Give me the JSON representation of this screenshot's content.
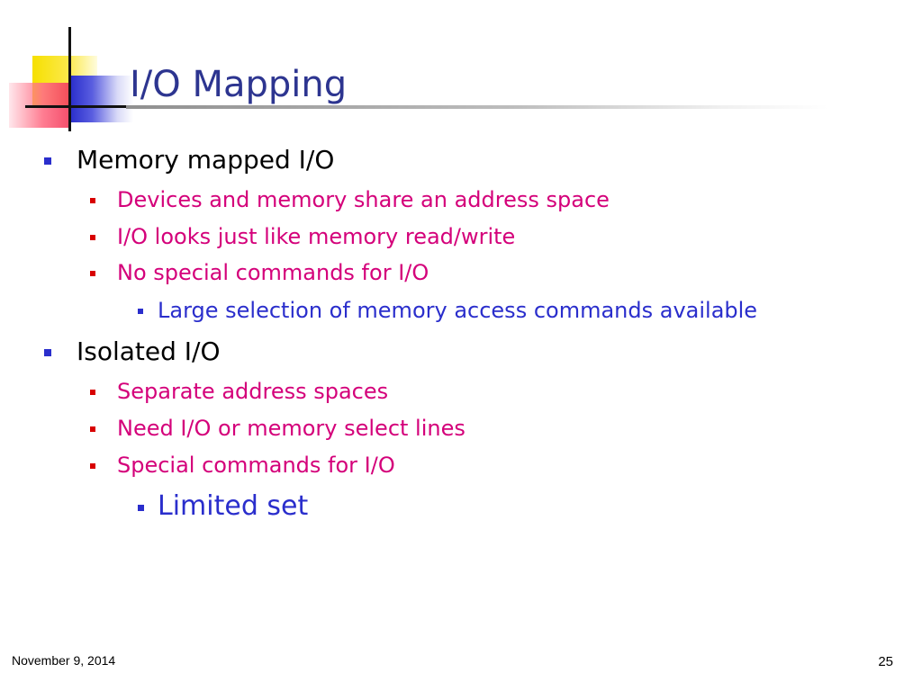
{
  "slide": {
    "title": "I/O Mapping",
    "colors": {
      "title": "#2d3590",
      "level1_bullet": "#2a2ecc",
      "level2_text": "#d4007a",
      "level2_bullet": "#d80000",
      "level3_text": "#2a2ecc"
    },
    "sections": [
      {
        "heading": "Memory mapped I/O",
        "points": [
          "Devices and memory share an address space",
          "I/O looks just like memory read/write",
          "No special commands for I/O"
        ],
        "subpoint": "Large selection of memory access commands available"
      },
      {
        "heading": "Isolated I/O",
        "points": [
          "Separate address spaces",
          "Need I/O or memory select lines",
          "Special commands for I/O"
        ],
        "subpoint": "Limited set"
      }
    ]
  },
  "footer": {
    "date": "November 9, 2014",
    "page_number": "25"
  }
}
